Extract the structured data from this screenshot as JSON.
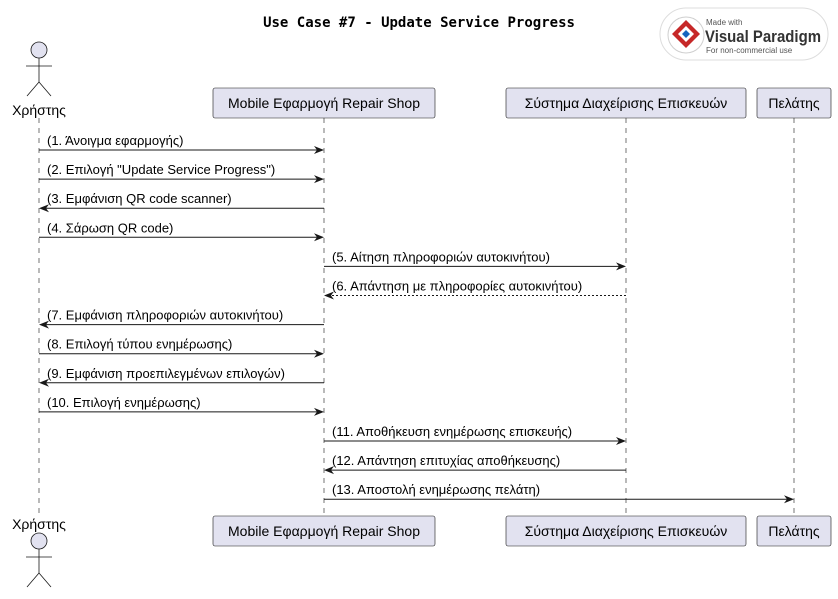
{
  "title": "Use Case #7 - Update Service Progress",
  "watermark": {
    "line1": "Made with",
    "line2": "Visual Paradigm",
    "line3": "For non-commercial use"
  },
  "participants": [
    {
      "id": "user",
      "label": "Χρήστης",
      "kind": "actor"
    },
    {
      "id": "app",
      "label": "Mobile Εφαρμογή Repair Shop",
      "kind": "box"
    },
    {
      "id": "system",
      "label": "Σύστημα Διαχείρισης Επισκευών",
      "kind": "box"
    },
    {
      "id": "customer",
      "label": "Πελάτης",
      "kind": "box"
    }
  ],
  "messages": [
    {
      "from": "user",
      "to": "app",
      "label": "(1. Άνοιγμα εφαρμογής)",
      "style": "solid"
    },
    {
      "from": "user",
      "to": "app",
      "label": "(2. Επιλογή \"Update Service Progress\")",
      "style": "solid"
    },
    {
      "from": "app",
      "to": "user",
      "label": "(3. Εμφάνιση QR code scanner)",
      "style": "solid"
    },
    {
      "from": "user",
      "to": "app",
      "label": "(4. Σάρωση QR code)",
      "style": "solid"
    },
    {
      "from": "app",
      "to": "system",
      "label": "(5. Αίτηση πληροφοριών αυτοκινήτου)",
      "style": "solid"
    },
    {
      "from": "system",
      "to": "app",
      "label": "(6. Απάντηση με πληροφορίες αυτοκινήτου)",
      "style": "dashed"
    },
    {
      "from": "app",
      "to": "user",
      "label": "(7. Εμφάνιση πληροφοριών αυτοκινήτου)",
      "style": "solid"
    },
    {
      "from": "user",
      "to": "app",
      "label": "(8. Επιλογή τύπου ενημέρωσης)",
      "style": "solid"
    },
    {
      "from": "app",
      "to": "user",
      "label": "(9. Εμφάνιση προεπιλεγμένων επιλογών)",
      "style": "solid"
    },
    {
      "from": "user",
      "to": "app",
      "label": "(10. Επιλογή ενημέρωσης)",
      "style": "solid"
    },
    {
      "from": "app",
      "to": "system",
      "label": "(11. Αποθήκευση ενημέρωσης επισκευής)",
      "style": "solid"
    },
    {
      "from": "system",
      "to": "app",
      "label": "(12. Απάντηση επιτυχίας αποθήκευσης)",
      "style": "solid"
    },
    {
      "from": "app",
      "to": "customer",
      "label": "(13. Αποστολή ενημέρωσης πελάτη)",
      "style": "solid"
    }
  ]
}
